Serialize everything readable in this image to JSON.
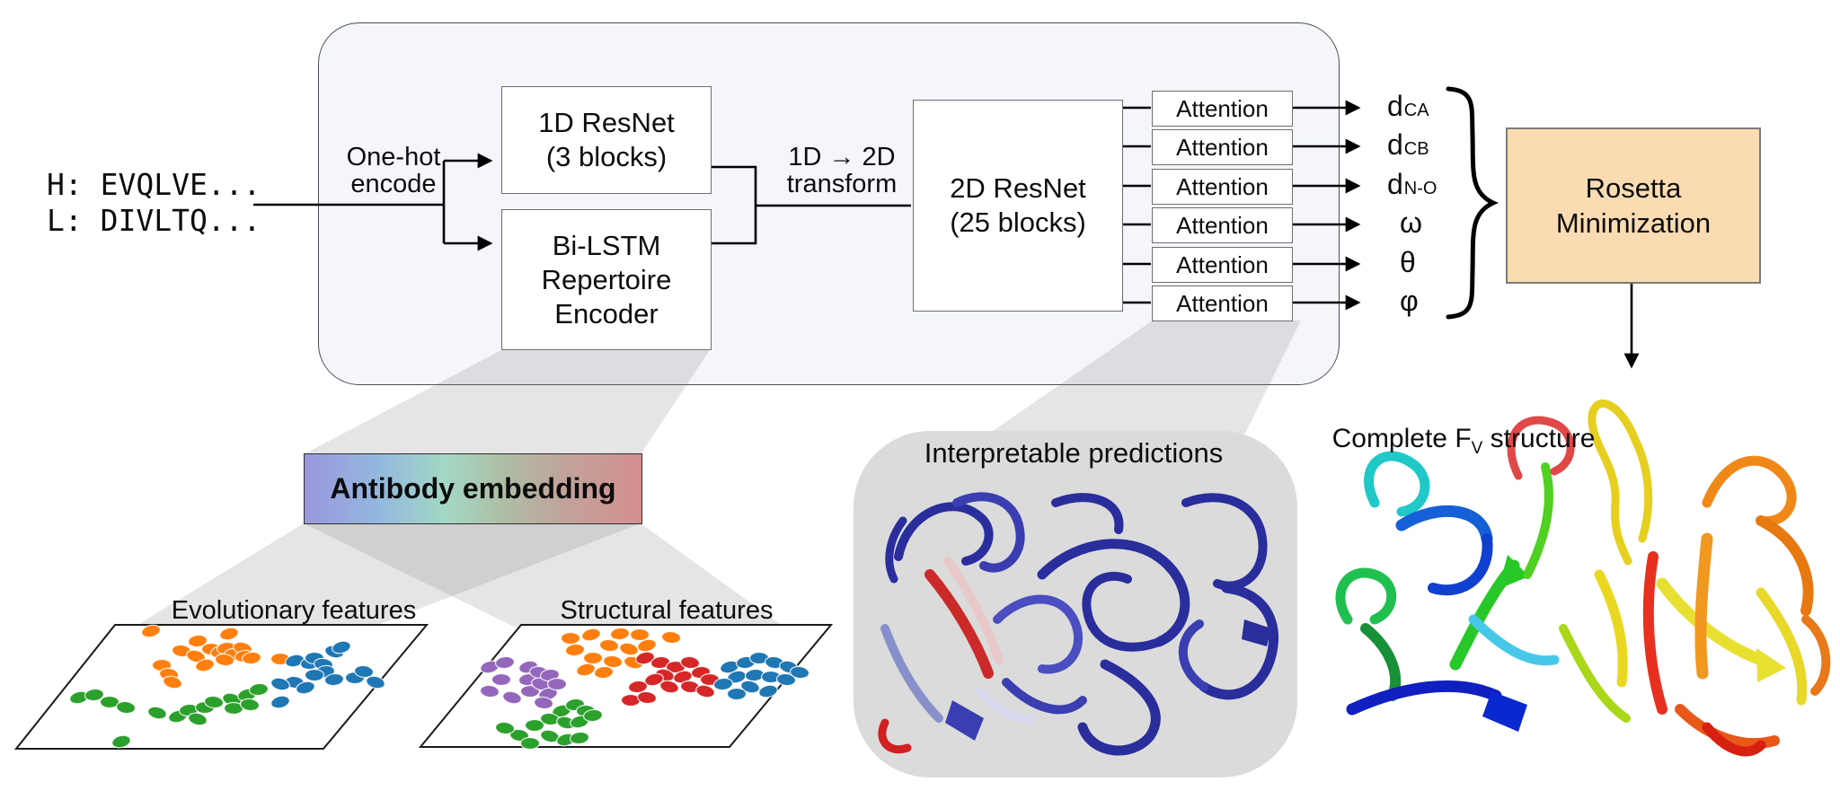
{
  "diagram": {
    "input": {
      "heavy": "H: EVQLVE...",
      "light": "L: DIVLTQ..."
    },
    "labels": {
      "one_hot": [
        "One-hot",
        "encode"
      ],
      "transform": [
        "1D → 2D",
        "transform"
      ]
    },
    "boxes": {
      "resnet1d": [
        "1D ResNet",
        "(3 blocks)"
      ],
      "bilstm": [
        "Bi-LSTM",
        "Repertoire",
        "Encoder"
      ],
      "resnet2d": [
        "2D ResNet",
        "(25 blocks)"
      ],
      "rosetta": [
        "Rosetta",
        "Minimization"
      ]
    },
    "attention_label": "Attention",
    "outputs": [
      {
        "main": "d",
        "sub": "CA"
      },
      {
        "main": "d",
        "sub": "CB"
      },
      {
        "main": "d",
        "sub": "N-O"
      },
      {
        "main": "ω",
        "sub": ""
      },
      {
        "main": "θ",
        "sub": ""
      },
      {
        "main": "φ",
        "sub": ""
      }
    ],
    "embedding_label": "Antibody embedding",
    "panels": {
      "interpretable": "Interpretable predictions",
      "complete": {
        "pre": "Complete F",
        "sub": "V",
        "post": " structure"
      }
    },
    "plot_titles": {
      "evolutionary": "Evolutionary features",
      "structural": "Structural features"
    },
    "colors": {
      "vars": {
        "panel-fill": "#f4f6fb",
        "panel-border": "#4a4e57",
        "box-border": "#6e6e6e",
        "rosetta-fill": "#fbdcb2",
        "rosetta-border": "#7a7a7a",
        "blob-fill": "#dbdbdb",
        "beam-fill": "rgba(125,125,125,0.20)",
        "emb1": "#9a97de",
        "emb2": "#93b8de",
        "emb3": "#a3d8c5",
        "emb4": "#adbfa5",
        "emb5": "#bfa49b",
        "emb6": "#d68f8e"
      },
      "clusters": {
        "orange": "#ff7f0e",
        "blue": "#1f77b4",
        "green": "#2ca02c",
        "red": "#d62728",
        "purple": "#9467bd"
      }
    }
  },
  "scatter_plots": [
    {
      "name": "evolutionary-features",
      "group": "evo-dots",
      "clusters": [
        {
          "color": "orange",
          "points": [
            [
              168,
              703
            ],
            [
              220,
              714
            ],
            [
              235,
              723
            ],
            [
              202,
              725
            ],
            [
              218,
              731
            ],
            [
              245,
              726
            ],
            [
              252,
              722
            ],
            [
              260,
              729
            ],
            [
              250,
              735
            ],
            [
              270,
              722
            ],
            [
              255,
              706
            ],
            [
              272,
              731
            ],
            [
              180,
              741
            ],
            [
              188,
              751
            ],
            [
              192,
              760
            ],
            [
              228,
              741
            ],
            [
              280,
              733
            ],
            [
              312,
              734
            ]
          ]
        },
        {
          "color": "blue",
          "points": [
            [
              328,
              736
            ],
            [
              345,
              739
            ],
            [
              350,
              733
            ],
            [
              360,
              740
            ],
            [
              372,
              726
            ],
            [
              380,
              721
            ],
            [
              362,
              748
            ],
            [
              350,
              752
            ],
            [
              328,
              760
            ],
            [
              312,
              762
            ],
            [
              340,
              766
            ],
            [
              372,
              757
            ],
            [
              395,
              755
            ],
            [
              405,
              748
            ],
            [
              418,
              760
            ],
            [
              312,
              782
            ]
          ]
        },
        {
          "color": "green",
          "points": [
            [
              88,
              777
            ],
            [
              105,
              774
            ],
            [
              122,
              782
            ],
            [
              140,
              788
            ],
            [
              175,
              794
            ],
            [
              198,
              798
            ],
            [
              210,
              791
            ],
            [
              228,
              788
            ],
            [
              238,
              782
            ],
            [
              258,
              779
            ],
            [
              275,
              774
            ],
            [
              288,
              768
            ],
            [
              260,
              789
            ],
            [
              278,
              785
            ],
            [
              220,
              801
            ],
            [
              135,
              826
            ]
          ]
        }
      ]
    },
    {
      "name": "structural-features",
      "group": "struct-dots",
      "clusters": [
        {
          "color": "purple",
          "points": [
            [
              545,
              743
            ],
            [
              562,
              738
            ],
            [
              558,
              757
            ],
            [
              545,
              770
            ],
            [
              570,
              777
            ],
            [
              588,
              743
            ],
            [
              588,
              757
            ],
            [
              590,
              770
            ],
            [
              600,
              749
            ],
            [
              602,
              762
            ],
            [
              610,
              773
            ],
            [
              612,
              752
            ],
            [
              620,
              762
            ],
            [
              605,
              783
            ]
          ]
        },
        {
          "color": "orange",
          "points": [
            [
              658,
              707
            ],
            [
              690,
              706
            ],
            [
              712,
              707
            ],
            [
              678,
              719
            ],
            [
              700,
              723
            ],
            [
              720,
              719
            ],
            [
              640,
              724
            ],
            [
              660,
              733
            ],
            [
              682,
              737
            ],
            [
              705,
              738
            ],
            [
              652,
              746
            ],
            [
              672,
              749
            ],
            [
              635,
              711
            ],
            [
              747,
              710
            ]
          ]
        },
        {
          "color": "red",
          "points": [
            [
              718,
              733
            ],
            [
              735,
              738
            ],
            [
              752,
              743
            ],
            [
              768,
              738
            ],
            [
              740,
              752
            ],
            [
              760,
              754
            ],
            [
              780,
              749
            ],
            [
              790,
              757
            ],
            [
              768,
              765
            ],
            [
              745,
              765
            ],
            [
              728,
              757
            ],
            [
              710,
              765
            ],
            [
              702,
              780
            ],
            [
              720,
              777
            ],
            [
              785,
              770
            ]
          ]
        },
        {
          "color": "blue",
          "points": [
            [
              812,
              743
            ],
            [
              830,
              738
            ],
            [
              845,
              733
            ],
            [
              862,
              738
            ],
            [
              878,
              743
            ],
            [
              820,
              754
            ],
            [
              840,
              752
            ],
            [
              858,
              754
            ],
            [
              875,
              757
            ],
            [
              835,
              765
            ],
            [
              855,
              770
            ],
            [
              805,
              762
            ],
            [
              820,
              773
            ],
            [
              890,
              749
            ]
          ]
        },
        {
          "color": "green",
          "points": [
            [
              625,
              792
            ],
            [
              640,
              785
            ],
            [
              652,
              792
            ],
            [
              612,
              801
            ],
            [
              630,
              805
            ],
            [
              645,
              804
            ],
            [
              660,
              797
            ],
            [
              595,
              808
            ],
            [
              578,
              819
            ],
            [
              612,
              820
            ],
            [
              630,
              824
            ],
            [
              645,
              822
            ],
            [
              590,
              828
            ],
            [
              562,
              811
            ]
          ]
        }
      ]
    }
  ]
}
